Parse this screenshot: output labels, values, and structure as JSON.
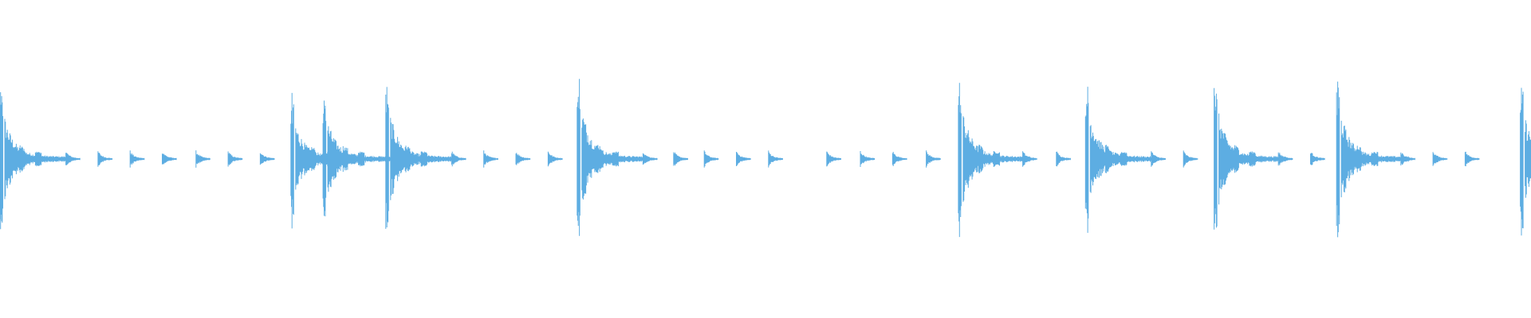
{
  "waveform": {
    "color": "#5dade2",
    "background": "#ffffff",
    "transients": [
      {
        "t": 0.0,
        "amp": 0.52,
        "kind": "hit"
      },
      {
        "t": 0.043,
        "amp": 0.05,
        "kind": "tick"
      },
      {
        "t": 0.064,
        "amp": 0.05,
        "kind": "tick"
      },
      {
        "t": 0.085,
        "amp": 0.05,
        "kind": "tick"
      },
      {
        "t": 0.106,
        "amp": 0.05,
        "kind": "tick"
      },
      {
        "t": 0.128,
        "amp": 0.05,
        "kind": "tick"
      },
      {
        "t": 0.149,
        "amp": 0.05,
        "kind": "tick"
      },
      {
        "t": 0.17,
        "amp": 0.05,
        "kind": "tick"
      },
      {
        "t": 0.19,
        "amp": 0.43,
        "kind": "hit"
      },
      {
        "t": 0.211,
        "amp": 0.46,
        "kind": "hit"
      },
      {
        "t": 0.252,
        "amp": 0.54,
        "kind": "hit"
      },
      {
        "t": 0.295,
        "amp": 0.05,
        "kind": "tick"
      },
      {
        "t": 0.316,
        "amp": 0.05,
        "kind": "tick"
      },
      {
        "t": 0.337,
        "amp": 0.05,
        "kind": "tick"
      },
      {
        "t": 0.358,
        "amp": 0.05,
        "kind": "tick"
      },
      {
        "t": 0.377,
        "amp": 0.66,
        "kind": "hit"
      },
      {
        "t": 0.42,
        "amp": 0.05,
        "kind": "tick"
      },
      {
        "t": 0.44,
        "amp": 0.05,
        "kind": "tick"
      },
      {
        "t": 0.46,
        "amp": 0.05,
        "kind": "tick"
      },
      {
        "t": 0.481,
        "amp": 0.05,
        "kind": "tick"
      },
      {
        "t": 0.502,
        "amp": 0.05,
        "kind": "tick"
      },
      {
        "t": 0.54,
        "amp": 0.05,
        "kind": "tick"
      },
      {
        "t": 0.562,
        "amp": 0.05,
        "kind": "tick"
      },
      {
        "t": 0.583,
        "amp": 0.05,
        "kind": "tick"
      },
      {
        "t": 0.605,
        "amp": 0.05,
        "kind": "tick"
      },
      {
        "t": 0.626,
        "amp": 0.58,
        "kind": "hit"
      },
      {
        "t": 0.668,
        "amp": 0.05,
        "kind": "tick"
      },
      {
        "t": 0.69,
        "amp": 0.05,
        "kind": "tick"
      },
      {
        "t": 0.709,
        "amp": 0.56,
        "kind": "hit"
      },
      {
        "t": 0.752,
        "amp": 0.05,
        "kind": "tick"
      },
      {
        "t": 0.773,
        "amp": 0.05,
        "kind": "tick"
      },
      {
        "t": 0.793,
        "amp": 0.56,
        "kind": "hit"
      },
      {
        "t": 0.835,
        "amp": 0.05,
        "kind": "tick"
      },
      {
        "t": 0.856,
        "amp": 0.05,
        "kind": "tick"
      },
      {
        "t": 0.873,
        "amp": 0.56,
        "kind": "hit"
      },
      {
        "t": 0.915,
        "amp": 0.05,
        "kind": "tick"
      },
      {
        "t": 0.936,
        "amp": 0.05,
        "kind": "tick"
      },
      {
        "t": 0.957,
        "amp": 0.05,
        "kind": "tick"
      },
      {
        "t": 0.993,
        "amp": 0.52,
        "kind": "hit"
      }
    ]
  }
}
